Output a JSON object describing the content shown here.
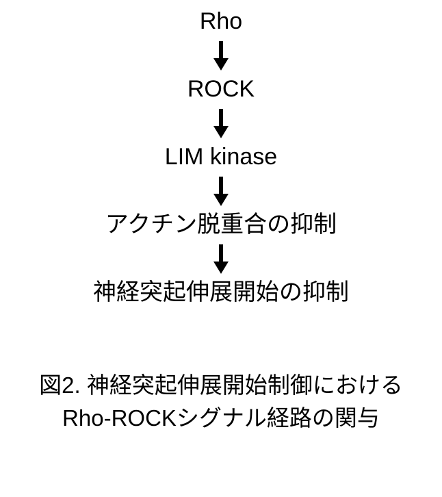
{
  "colors": {
    "background": "#ffffff",
    "text": "#000000",
    "arrow": "#000000"
  },
  "diagram": {
    "nodes": [
      {
        "label": "Rho"
      },
      {
        "label": "ROCK"
      },
      {
        "label": "LIM kinase"
      },
      {
        "label": "アクチン脱重合の抑制"
      },
      {
        "label": "神経突起伸展開始の抑制"
      }
    ],
    "arrow_icon": "down-arrow",
    "caption": {
      "line1": "図2. 神経突起伸展開始制御における",
      "line2": "Rho-ROCKシグナル経路の関与"
    }
  }
}
